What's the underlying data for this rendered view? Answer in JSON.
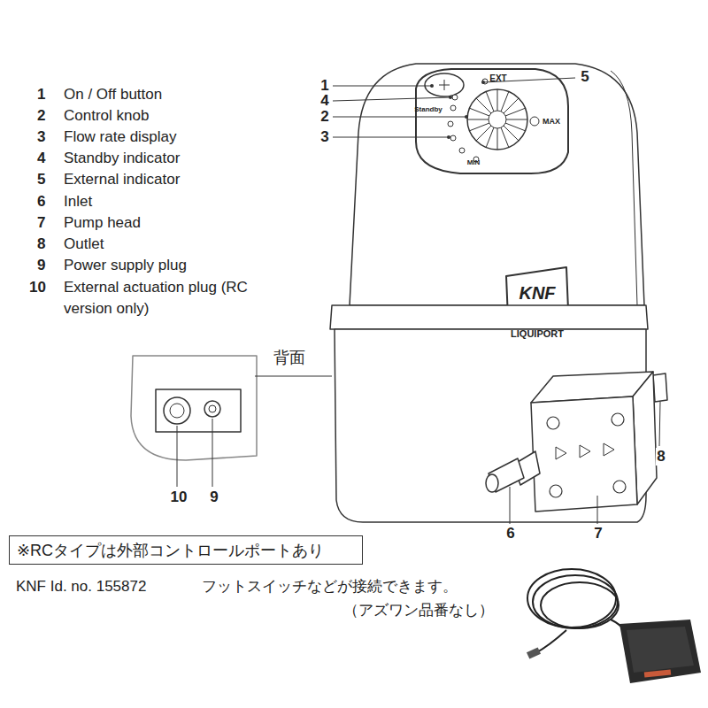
{
  "diagram": {
    "nodes": [
      {
        "text": [
          "※RCタイプは外部コントロールポートあり"
        ]
      }
    ],
    "labels": [
      "1",
      "On / Off button",
      "2",
      "Control knob",
      "3",
      "Flow rate display",
      "4",
      "Standby indicator",
      "5",
      "External indicator",
      "6",
      "Inlet",
      "7",
      "Pump head",
      "8",
      "Outlet",
      "9",
      "Power supply plug",
      "10",
      "External actuation plug (RC version only)",
      "1",
      "4",
      "2",
      "3",
      "5",
      "EXT",
      "Standby",
      "MAX",
      "MIN",
      "KNF",
      "LIQUIPORT",
      "背面",
      "10",
      "9",
      "6",
      "7",
      "8",
      "KNF Id. no. 155872",
      "フットスイッチなどが接続できます。",
      "（アズワン品番なし）"
    ]
  }
}
